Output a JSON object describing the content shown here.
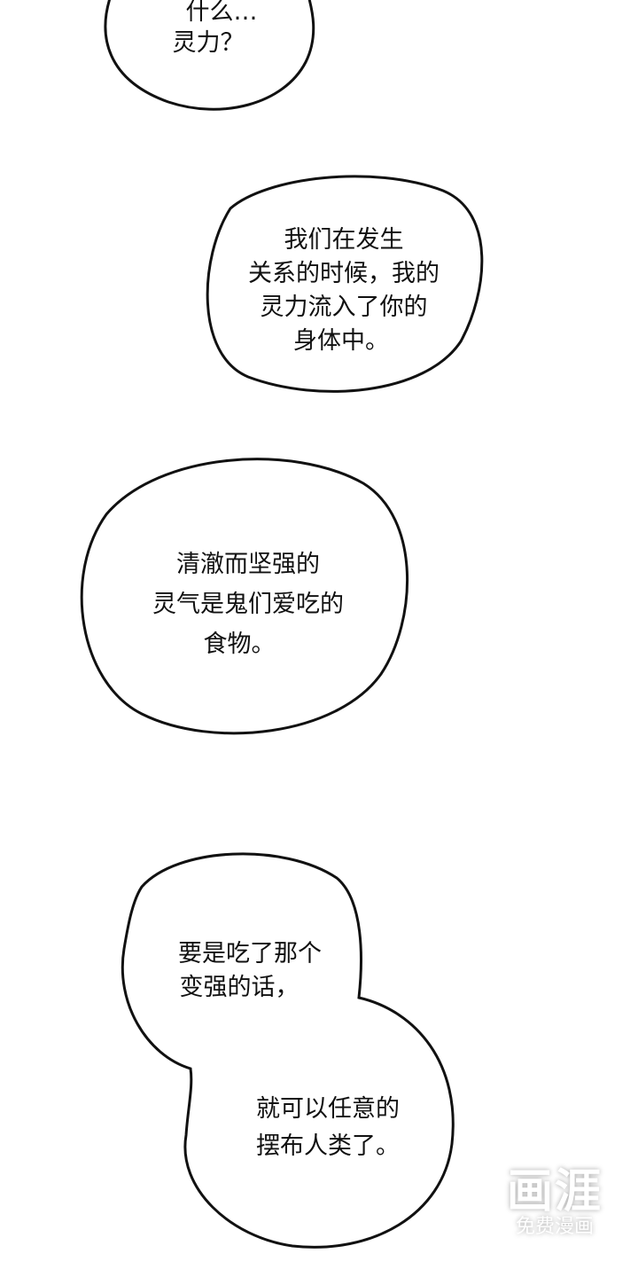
{
  "bubbles": [
    {
      "lines": [
        "什么…",
        "灵力？"
      ]
    },
    {
      "lines": [
        "我们在发生",
        "关系的时候，我的",
        "灵力流入了你的",
        "身体中。"
      ]
    },
    {
      "lines": [
        "清澈而坚强的",
        "灵气是鬼们爱吃的",
        "食物。"
      ]
    },
    {
      "lines": [
        "要是吃了那个",
        "变强的话，"
      ]
    },
    {
      "lines": [
        "就可以任意的",
        "摆布人类了。"
      ]
    }
  ],
  "watermark": {
    "logo": "画涯",
    "tagline": "免费漫画"
  }
}
